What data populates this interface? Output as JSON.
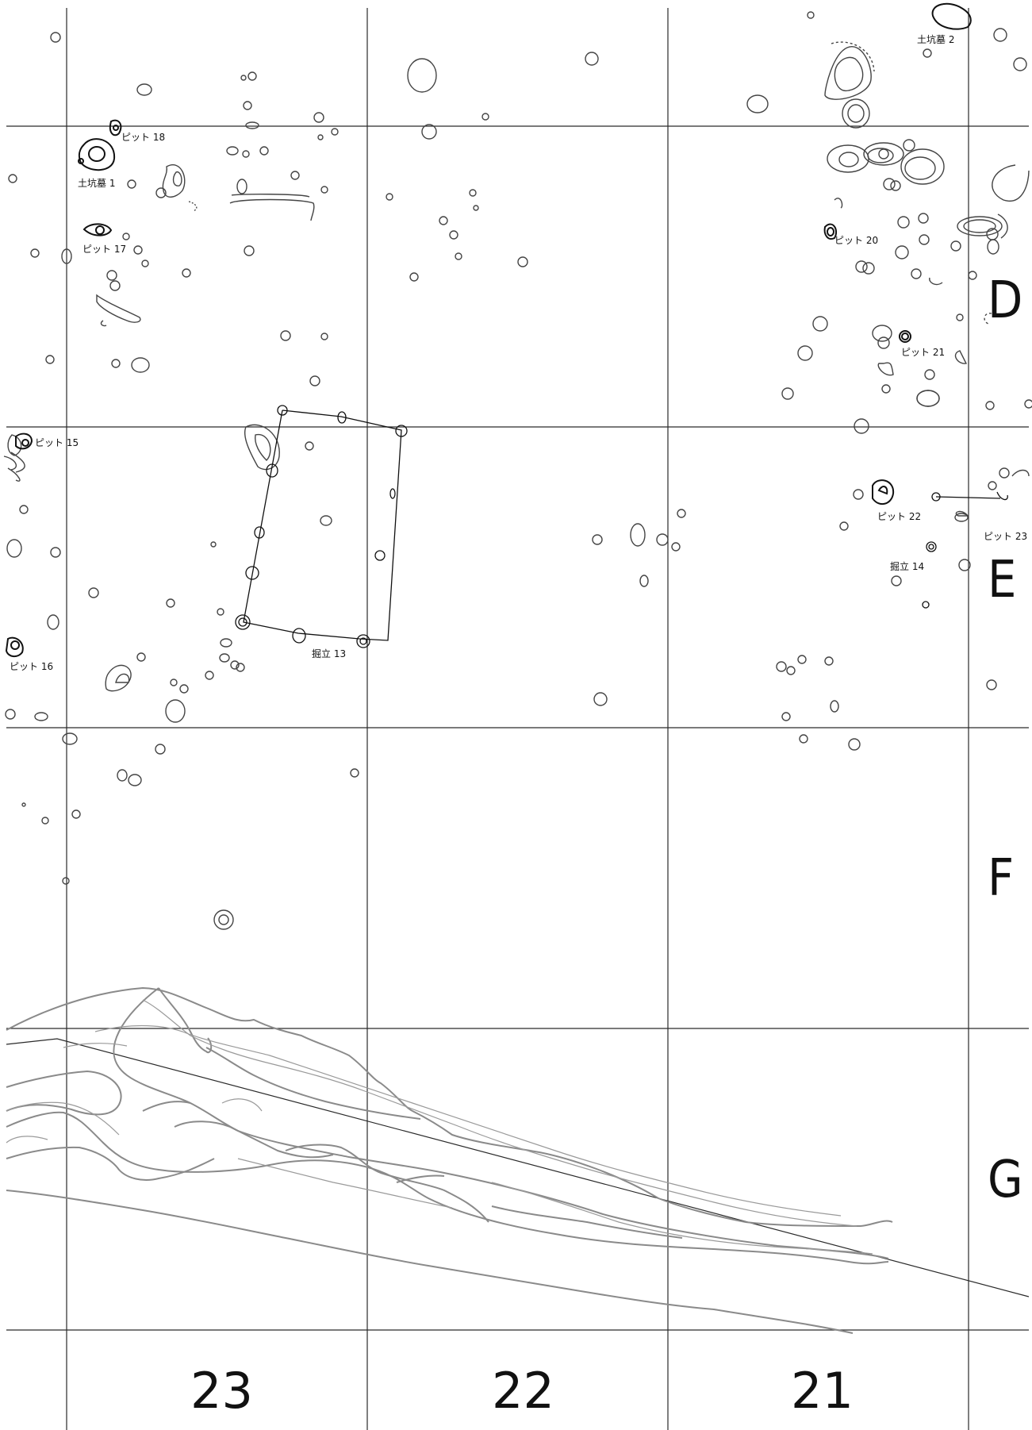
{
  "grid": {
    "column_labels": [
      "23",
      "22",
      "21"
    ],
    "row_labels": [
      "D",
      "E",
      "F",
      "G"
    ]
  },
  "features": {
    "pit_18": "ピット 18",
    "grave_1": "土坑墓 1",
    "pit_17": "ピット 17",
    "pit_15": "ピット 15",
    "pit_16": "ピット 16",
    "building_13": "掘立 13",
    "grave_2": "土坑墓 2",
    "pit_20": "ピット 20",
    "pit_21": "ピット 21",
    "pit_22": "ピット 22",
    "pit_23": "ピット 23",
    "building_14": "掘立 14"
  },
  "colors": {
    "grid_line": "#2a2a2a",
    "feature_outline": "#444444",
    "contour": "#8a8a8a",
    "background": "#ffffff"
  }
}
